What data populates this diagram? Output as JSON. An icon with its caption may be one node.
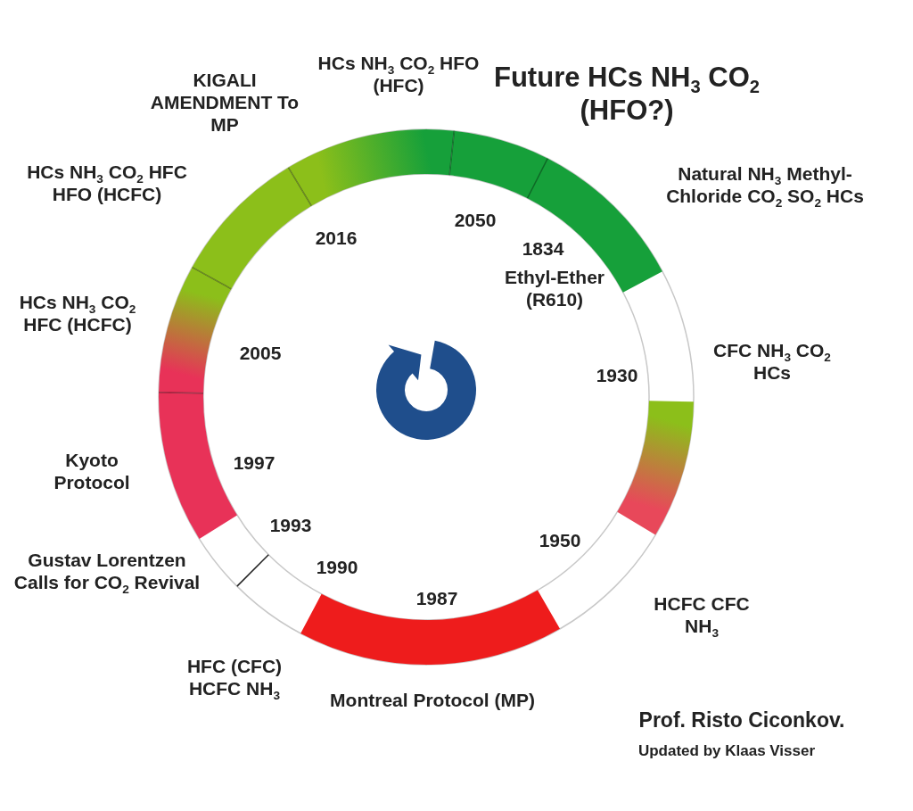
{
  "diagram": {
    "labels": [
      "HCs NH$_{3}$ CO$_{2}$ HFO (HFC)",
      "Future HCs NH$_{3}$ CO$_{2}$ (HFO?)",
      "KIGALI AMENDMENT To MP",
      "HCs NH$_{3}$ CO$_{2}$ HFC HFO (HCFC)",
      "Natural NH$_{3}$ Methyl-Chloride CO$_{2}$ SO$_{2}$ HCs",
      "2050",
      "2016",
      "1834",
      "Ethyl-Ether (R610)",
      "HCs NH$_{3}$ CO$_{2}$ HFC (HCFC)",
      "2005",
      "1930",
      "CFC NH$_{3}$ CO$_{2}$ HCs",
      "Kyoto Protocol",
      "1997",
      "1993",
      "1950",
      "1990",
      "Gustav Lorentzen Calls for CO$_{2}$ Revival",
      "1987",
      "HCFC CFC NH$_{3}$",
      "HFC (CFC) HCFC NH$_{3}$",
      "Montreal Protocol (MP)",
      "Prof. Risto Ciconkov.",
      "Updated by Klaas Visser"
    ]
  }
}
